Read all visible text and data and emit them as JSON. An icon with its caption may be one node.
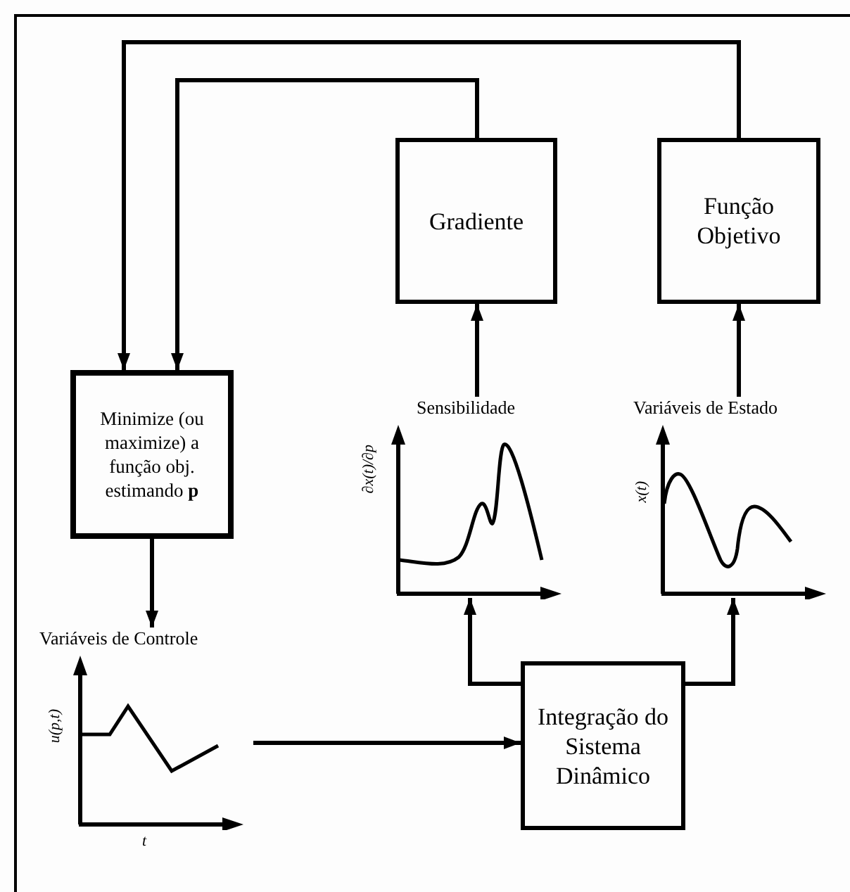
{
  "diagram": {
    "nodes": [
      {
        "text": [
          "Gradiente"
        ]
      },
      {
        "text": [
          "Função Objetivo"
        ]
      },
      {
        "text": [
          "Minimize (ou maximize) a função obj. estimando **p**"
        ]
      },
      {
        "text": [
          "Variáveis de Controle",
          "u(p,t)",
          "t"
        ]
      },
      {
        "text": [
          "Sensibilidade",
          "∂x(t)/∂p"
        ]
      },
      {
        "text": [
          "Variáveis de Estado",
          "x(t)"
        ]
      },
      {
        "text": [
          "Integração do Sistema Dinâmico"
        ]
      }
    ],
    "edges": [
      {
        "from": 1,
        "to": 2,
        "arrow": "to"
      },
      {
        "from": 0,
        "to": 2,
        "arrow": "to"
      },
      {
        "from": 4,
        "to": 0,
        "arrow": "to"
      },
      {
        "from": 5,
        "to": 1,
        "arrow": "to"
      },
      {
        "from": 2,
        "to": 3,
        "arrow": "to"
      },
      {
        "from": 3,
        "to": 6,
        "arrow": "to"
      },
      {
        "from": 6,
        "to": 4,
        "arrow": "to"
      },
      {
        "from": 6,
        "to": 5,
        "arrow": "to"
      }
    ]
  }
}
